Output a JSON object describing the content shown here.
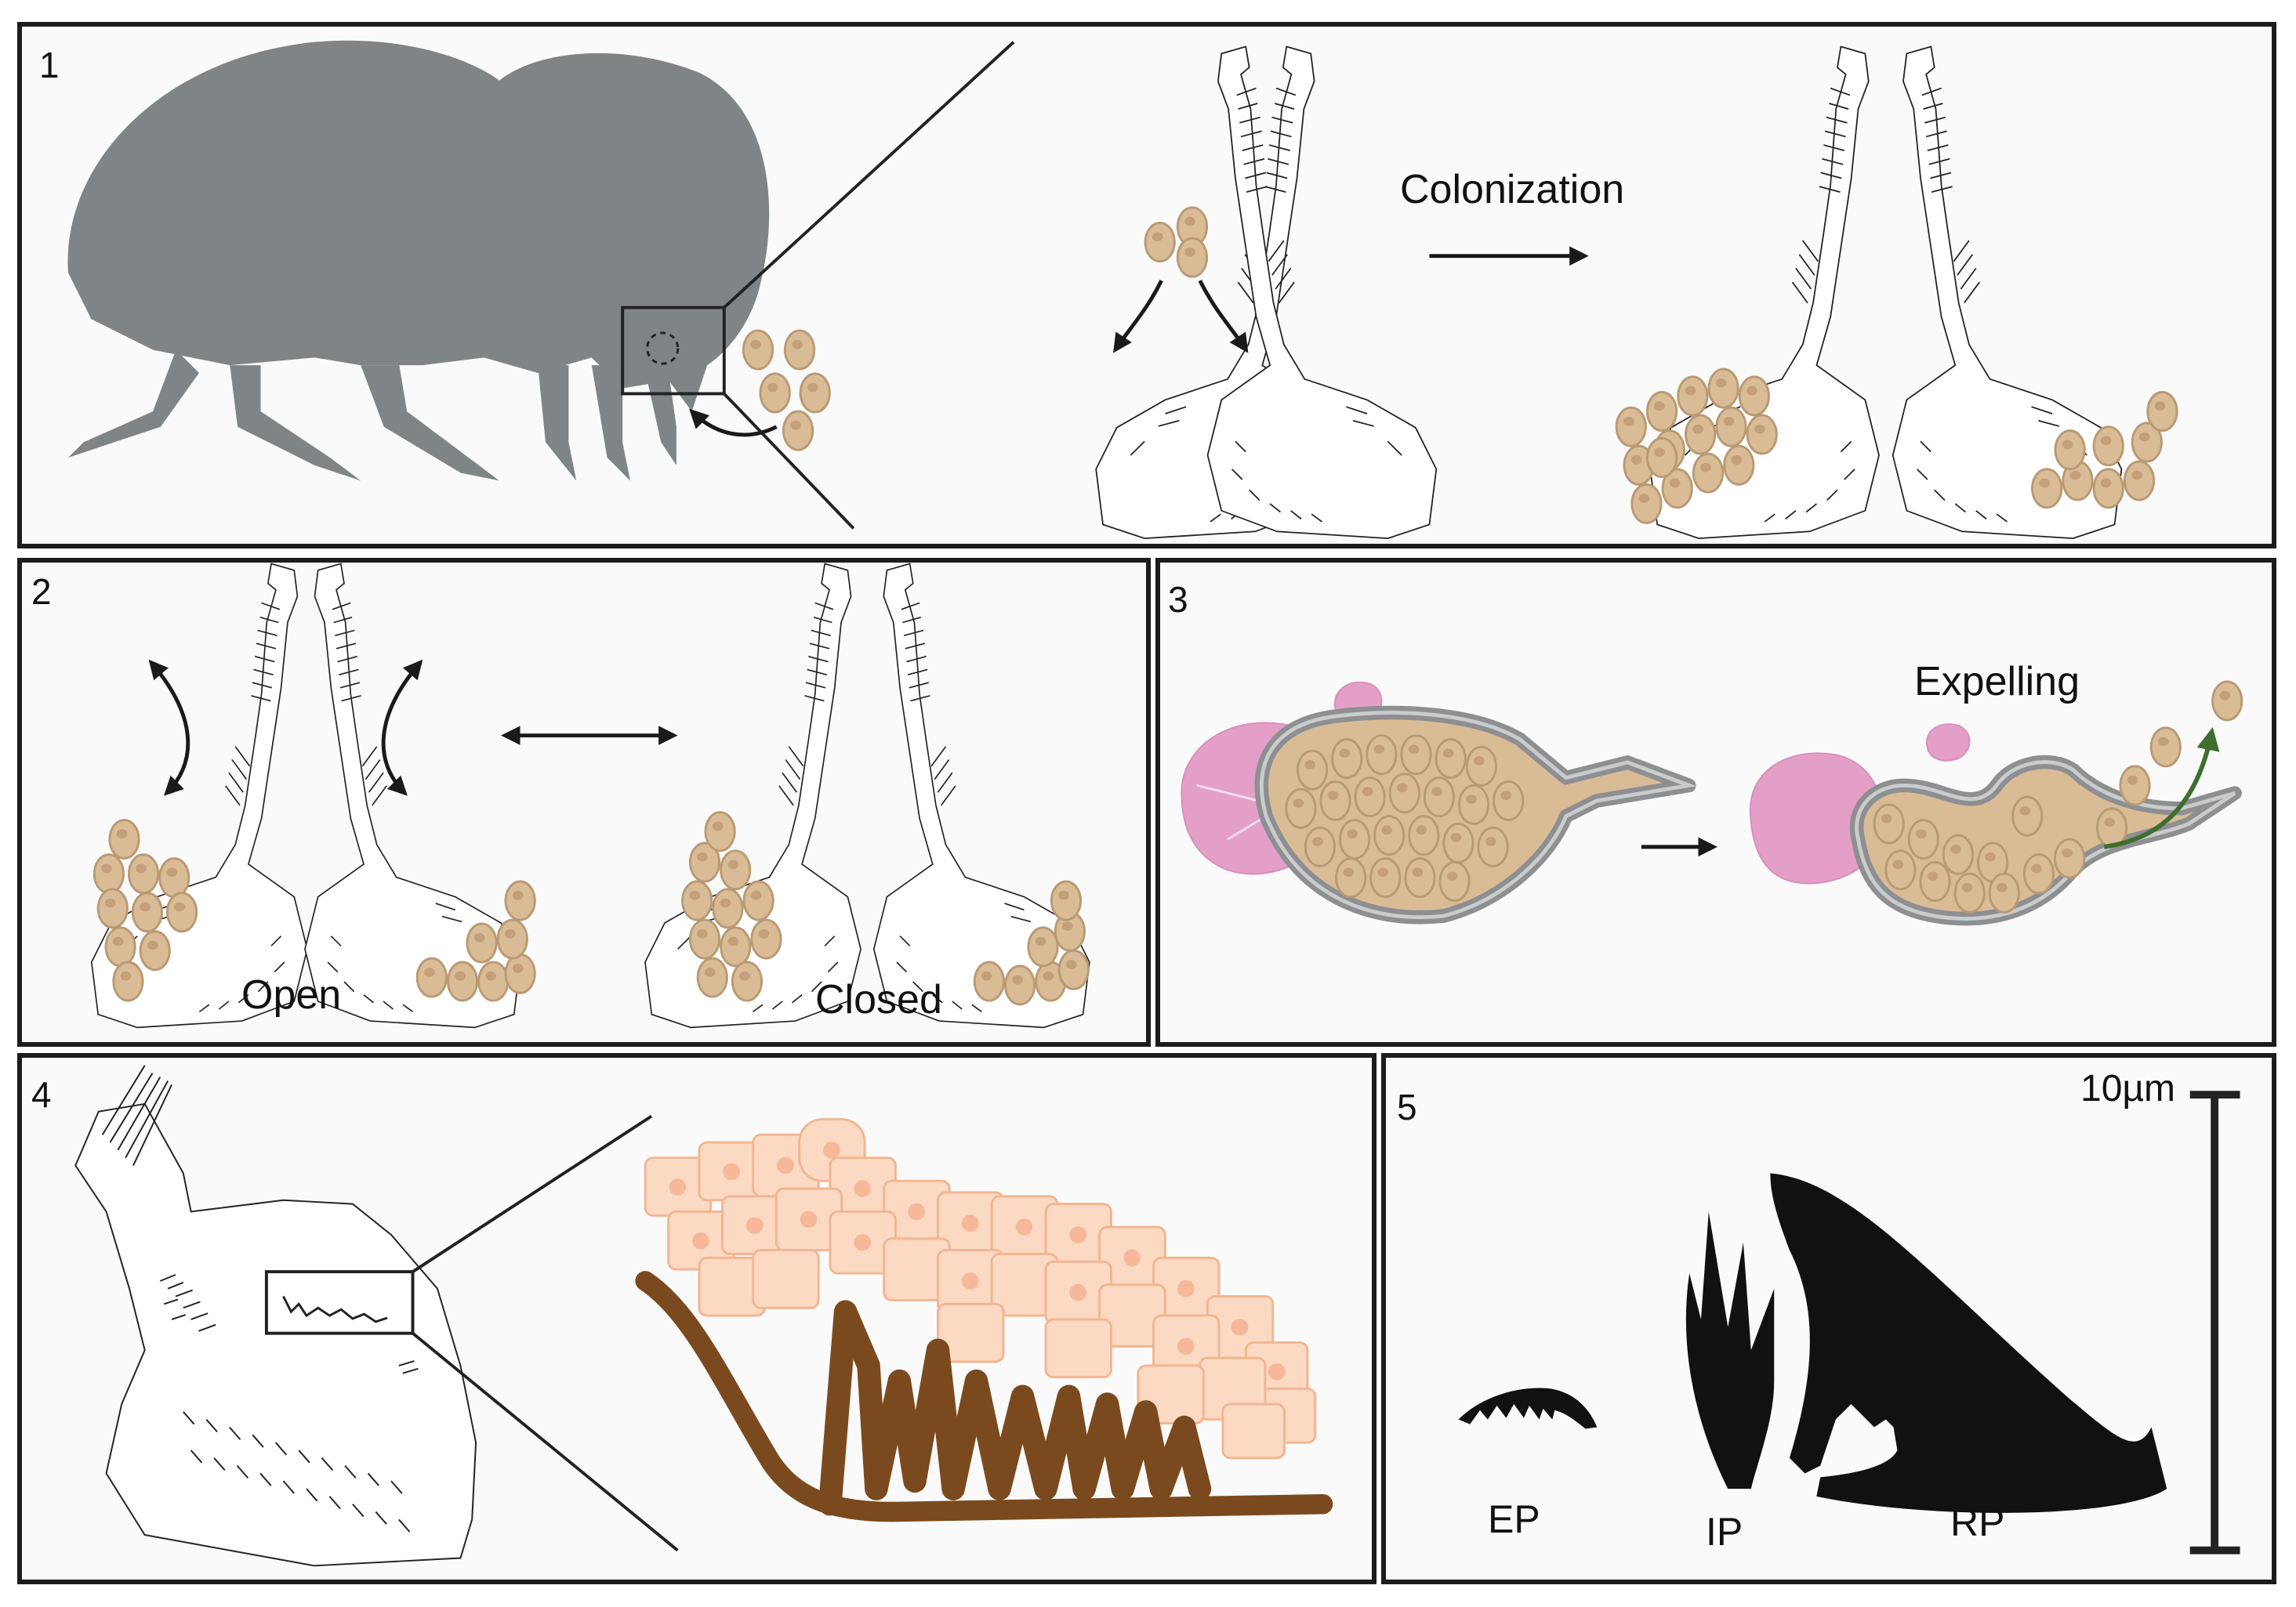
{
  "panels": {
    "p1": {
      "number": "1",
      "label": "Colonization"
    },
    "p2": {
      "number": "2",
      "open_label": "Open",
      "closed_label": "Closed"
    },
    "p3": {
      "number": "3",
      "label": "Expelling"
    },
    "p4": {
      "number": "4"
    },
    "p5": {
      "number": "5",
      "scale_label": "10µm",
      "ep": "EP",
      "ip": "IP",
      "rp": "RP"
    }
  },
  "colors": {
    "fly": "#7f8587",
    "yeast_fill": "#d9bc96",
    "yeast_edge": "#b99a74",
    "yeast_nucleus": "#c4a07a",
    "fat_body": "#e49fc8",
    "membrane": "#8d8f91",
    "cell_fill": "#fbd9c3",
    "cell_nucleus": "#f6b899",
    "cuticle": "#7a4a1e",
    "flow_arrow": "#3f6e2e",
    "spine": "#111111"
  },
  "icons": [
    "fly-silhouette-icon",
    "yeast-cell-icon",
    "arrow-icon",
    "double-arrow-icon",
    "scale-bar-icon"
  ]
}
